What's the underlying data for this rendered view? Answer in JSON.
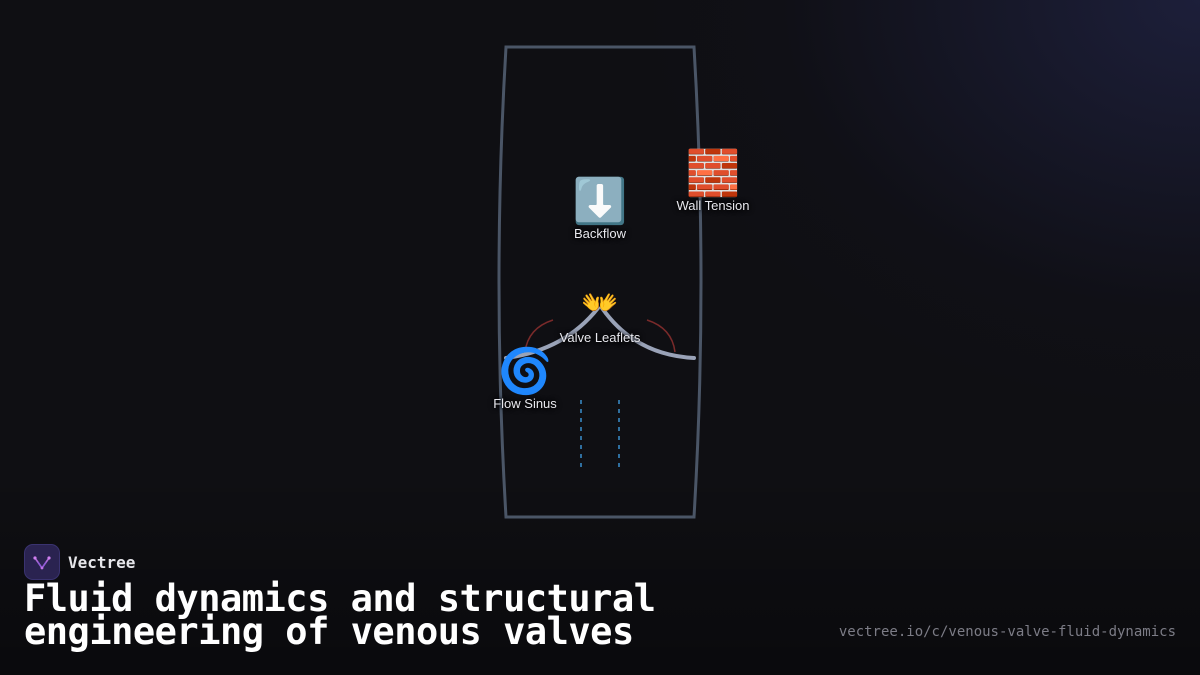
{
  "diagram": {
    "nodes": [
      {
        "id": "backflow",
        "icon": "⬇️",
        "icon_name": "down-arrow-icon",
        "label": "Backflow"
      },
      {
        "id": "wall-tension",
        "icon": "🧱",
        "icon_name": "brick-icon",
        "label": "Wall Tension"
      },
      {
        "id": "valve-leaflets",
        "icon": "👐",
        "icon_name": "open-hands-icon",
        "label": "Valve Leaflets"
      },
      {
        "id": "flow-sinus",
        "icon": "🌀",
        "icon_name": "cyclone-icon",
        "label": "Flow Sinus"
      }
    ],
    "colors": {
      "vessel": "#4a5566",
      "leaflet": "#9aa3b8",
      "flow_lines": "#2f6f9f",
      "sinus_arc": "#7a2a2a"
    }
  },
  "brand": {
    "name": "Vectree"
  },
  "title": "Fluid dynamics and structural engineering of venous valves",
  "url": "vectree.io/c/venous-valve-fluid-dynamics"
}
